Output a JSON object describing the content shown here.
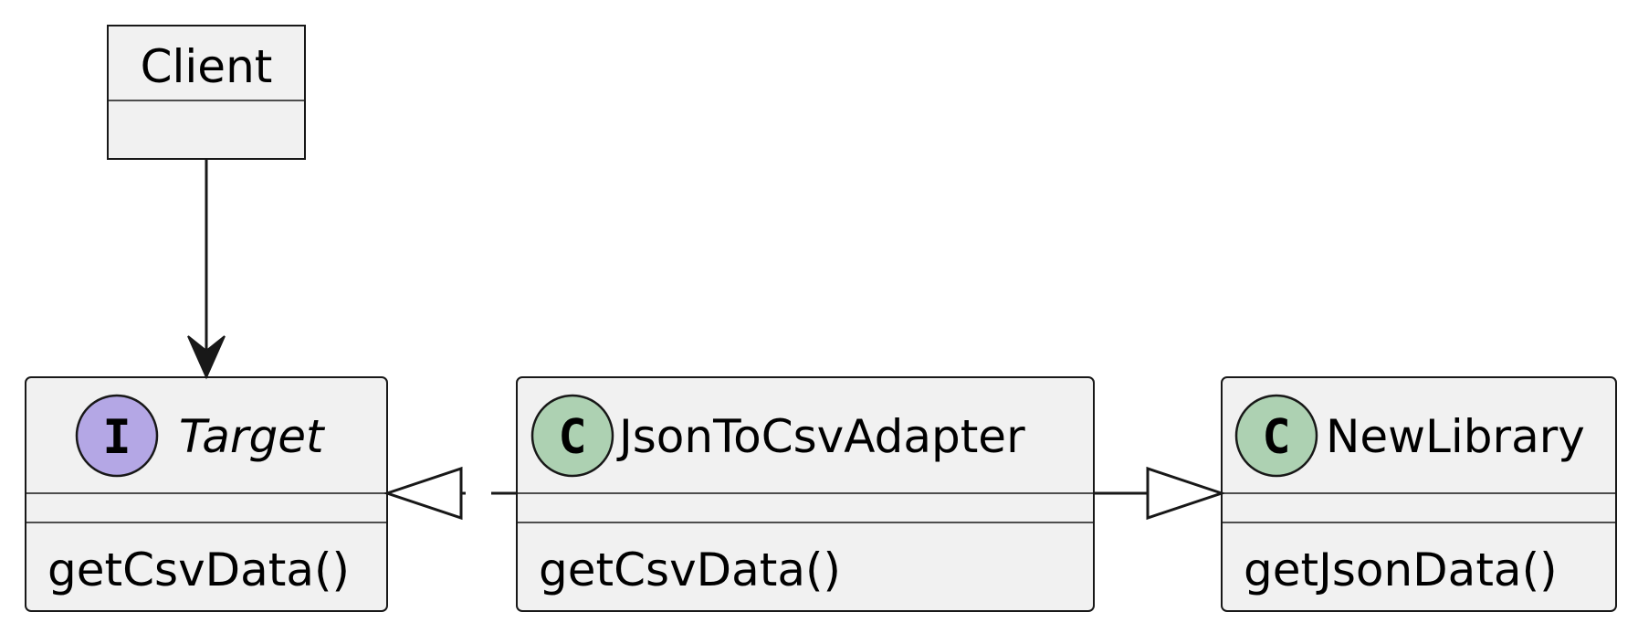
{
  "classes": {
    "client": {
      "name": "Client",
      "kind": "class-plain",
      "methods": []
    },
    "target": {
      "name": "Target",
      "kind": "interface",
      "stereotype_glyph": "I",
      "glyph_color": "#b4a7e5",
      "methods": [
        "getCsvData()"
      ]
    },
    "adapter": {
      "name": "JsonToCsvAdapter",
      "kind": "class",
      "stereotype_glyph": "C",
      "glyph_color": "#add1b2",
      "methods": [
        "getCsvData()"
      ]
    },
    "new_library": {
      "name": "NewLibrary",
      "kind": "class",
      "stereotype_glyph": "C",
      "glyph_color": "#add1b2",
      "methods": [
        "getJsonData()"
      ]
    }
  },
  "relations": [
    {
      "from": "client",
      "to": "target",
      "type": "association",
      "style": "solid",
      "head": "filled-arrow"
    },
    {
      "from": "adapter",
      "to": "target",
      "type": "realization",
      "style": "dashed",
      "head": "hollow-triangle"
    },
    {
      "from": "adapter",
      "to": "new_library",
      "type": "generalization",
      "style": "solid",
      "head": "hollow-triangle"
    }
  ],
  "colors": {
    "box_fill": "#f1f1f1",
    "line": "#181818",
    "background": "#ffffff"
  }
}
